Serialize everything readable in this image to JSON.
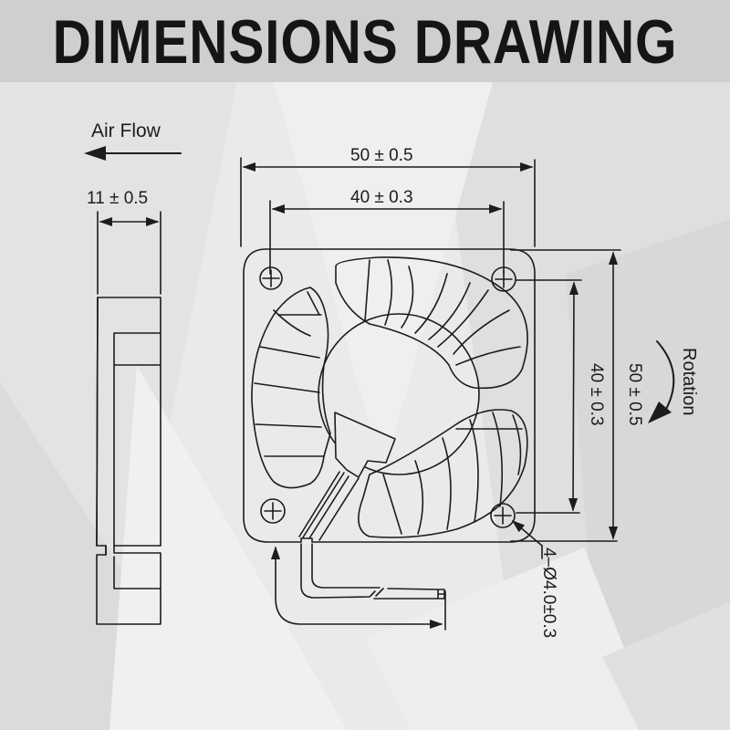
{
  "title": "DIMENSIONS DRAWING",
  "airflow": {
    "label": "Air Flow",
    "direction": "left"
  },
  "rotation": {
    "label": "Rotation",
    "direction": "clockwise"
  },
  "dimensions": {
    "side_thickness": "11 ± 0.5",
    "frame_width": "50 ± 0.5",
    "hole_spacing_width": "40 ± 0.3",
    "hole_spacing_height": "40 ± 0.3",
    "frame_height": "50 ± 0.5",
    "mounting_holes": "4–Ø4.0±0.3"
  },
  "colors": {
    "header_bg": "#cfcfcf",
    "title_text": "#151515",
    "line": "#1c1c1c",
    "background": "#e9e8e7"
  }
}
